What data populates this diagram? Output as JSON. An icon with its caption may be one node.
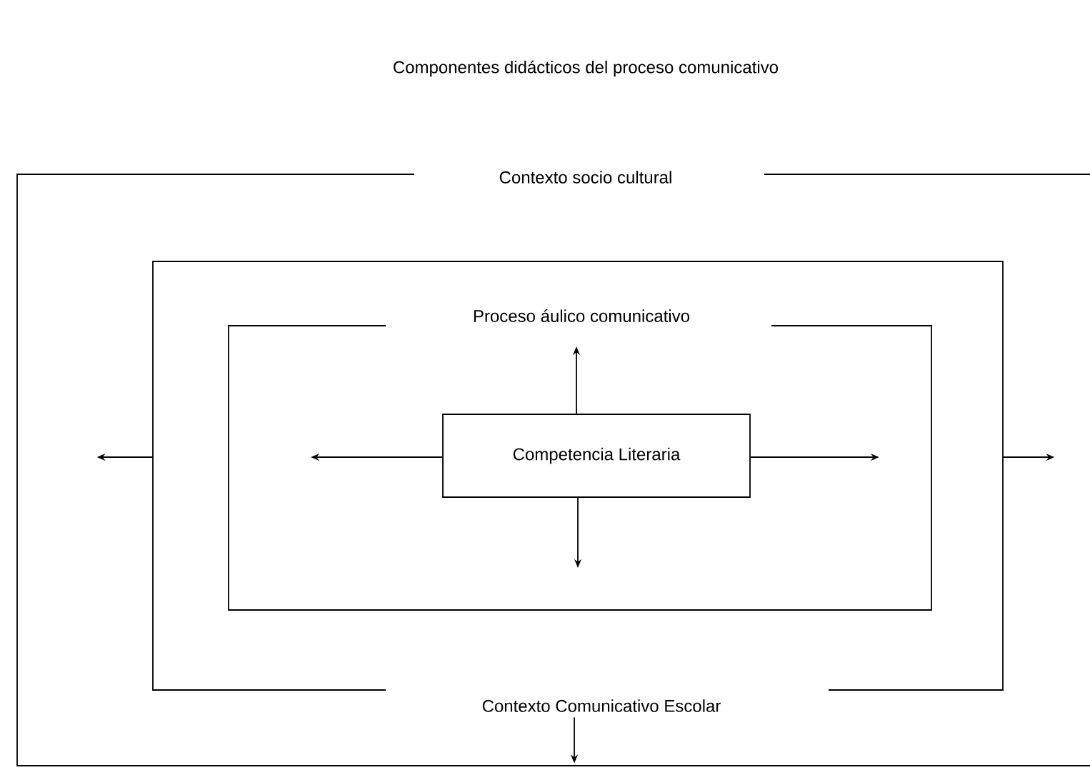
{
  "diagram": {
    "title": "Componentes didácticos del proceso comunicativo",
    "nodes": [
      {
        "text": [
          "Contexto socio cultural"
        ]
      },
      {
        "text": [
          "Contexto Comunicativo Escolar"
        ],
        "in": 0
      },
      {
        "text": [
          "Proceso áulico comunicativo"
        ],
        "in": 1
      },
      {
        "text": [
          "Competencia Literaria"
        ],
        "in": 2
      }
    ],
    "edges": [
      {
        "from": 3,
        "to": null,
        "arrow": "to"
      },
      {
        "from": 3,
        "to": null,
        "arrow": "to"
      },
      {
        "from": 3,
        "to": null,
        "arrow": "to"
      },
      {
        "from": 3,
        "to": null,
        "arrow": "to"
      },
      {
        "from": 1,
        "to": null,
        "arrow": "to"
      },
      {
        "from": 1,
        "to": null,
        "arrow": "to"
      },
      {
        "from": 1,
        "to": null,
        "arrow": "to"
      }
    ]
  }
}
